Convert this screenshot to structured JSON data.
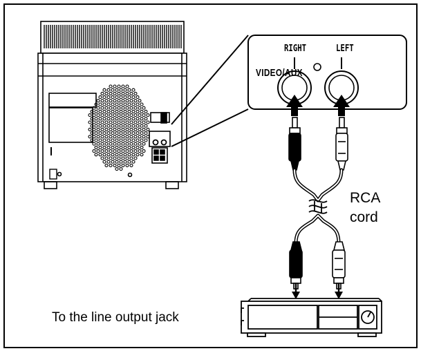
{
  "diagram": {
    "jack_panel": {
      "group_label": "VIDEO/AUX",
      "right_label": "RIGHT",
      "left_label": "LEFT"
    },
    "cord_label_line1": "RCA",
    "cord_label_line2": "cord",
    "source_label": "To the line output jack"
  }
}
